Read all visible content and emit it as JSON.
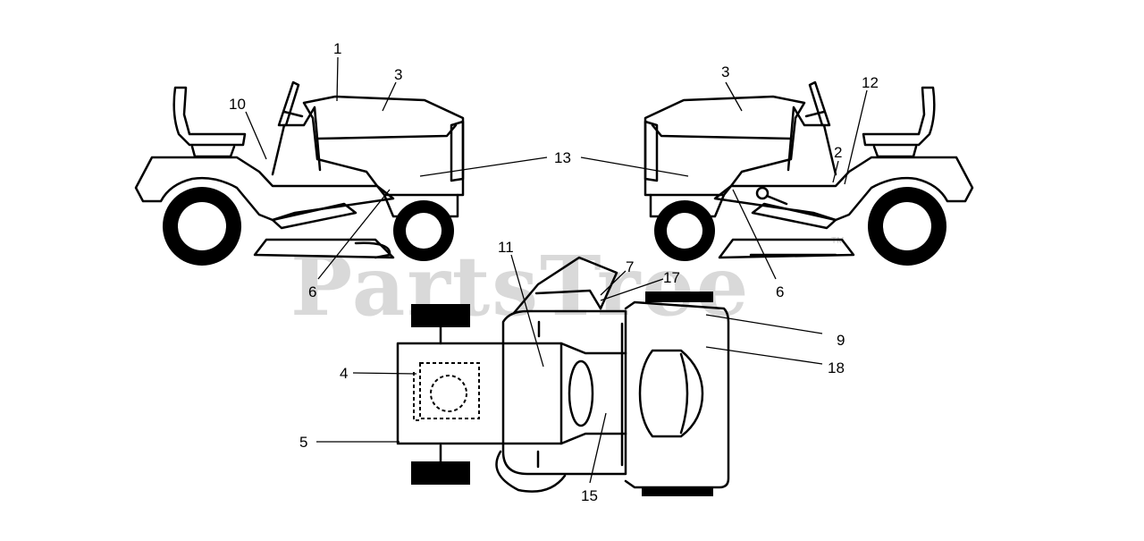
{
  "watermark": {
    "text": "PartsTree",
    "mark": "TM"
  },
  "callouts": {
    "c1": "1",
    "c2": "2",
    "c3a": "3",
    "c3b": "3",
    "c4": "4",
    "c5": "5",
    "c6a": "6",
    "c6b": "6",
    "c7": "7",
    "c9": "9",
    "c10": "10",
    "c11": "11",
    "c12": "12",
    "c13": "13",
    "c15": "15",
    "c17": "17",
    "c18": "18"
  }
}
